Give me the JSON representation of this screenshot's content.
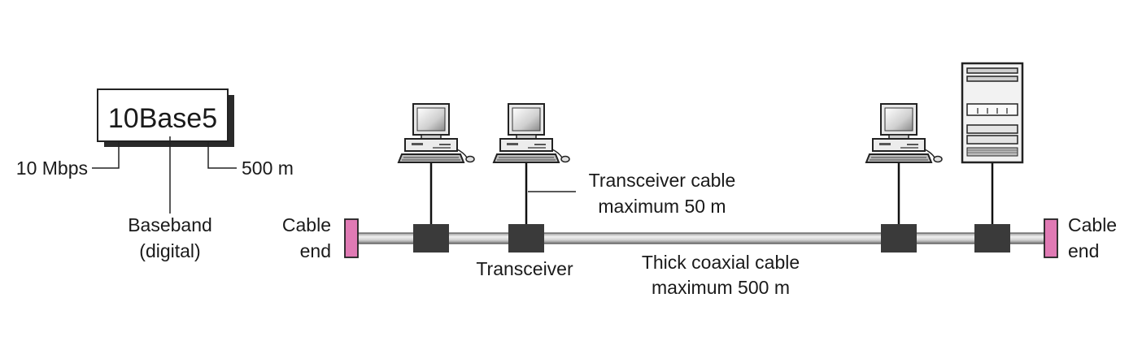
{
  "legend": {
    "code": "10Base5",
    "speed": "10 Mbps",
    "signal_line1": "Baseband",
    "signal_line2": "(digital)",
    "length": "500 m"
  },
  "labels": {
    "cable_end_left_line1": "Cable",
    "cable_end_left_line2": "end",
    "cable_end_right_line1": "Cable",
    "cable_end_right_line2": "end",
    "transceiver": "Transceiver",
    "transceiver_cable_line1": "Transceiver cable",
    "transceiver_cable_line2": "maximum 50 m",
    "coax_line1": "Thick coaxial cable",
    "coax_line2": "maximum 500 m"
  },
  "colors": {
    "accent": "#e0198c",
    "terminator": "#e07ab4",
    "transceiver": "#3a3a3a",
    "cable": "#c8c8c8"
  },
  "devices": [
    {
      "type": "workstation"
    },
    {
      "type": "workstation"
    },
    {
      "type": "workstation"
    },
    {
      "type": "server"
    }
  ]
}
